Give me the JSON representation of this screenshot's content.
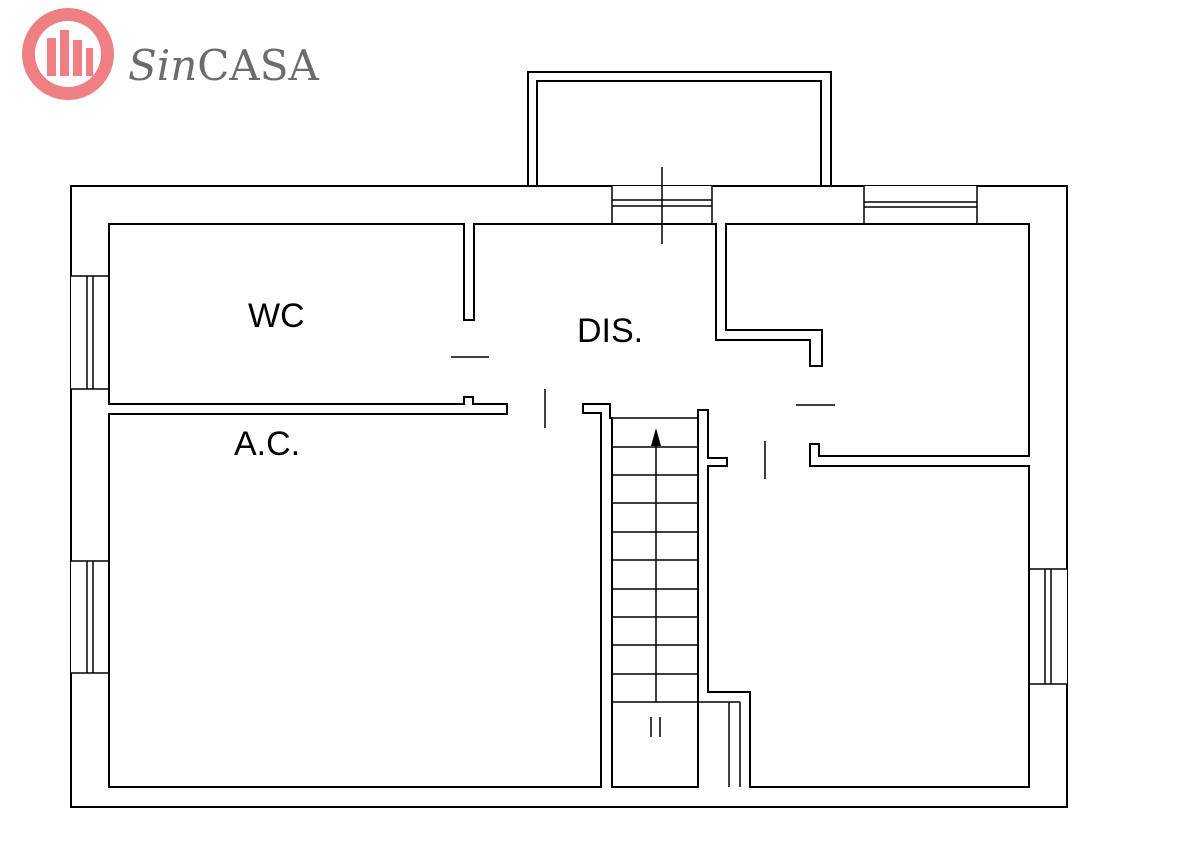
{
  "logo": {
    "brand_prefix": "Sin",
    "brand_suffix": "CASA",
    "brand_color": "#f07f83",
    "text_color": "#6b6b6b"
  },
  "floorplan": {
    "rooms": [
      {
        "id": "wc",
        "label": "WC"
      },
      {
        "id": "dis",
        "label": "DIS."
      },
      {
        "id": "ac",
        "label": "A.C."
      }
    ],
    "stair_symbol": "arrow-up",
    "line_color": "#000000"
  }
}
